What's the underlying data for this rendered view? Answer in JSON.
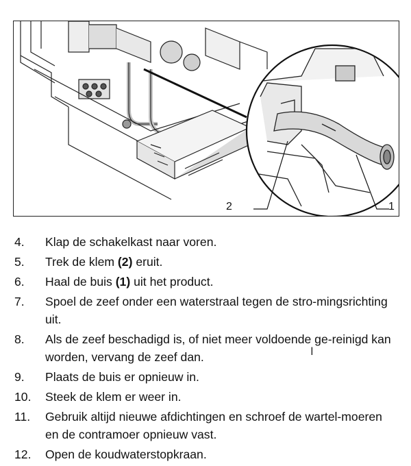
{
  "figure": {
    "callout_2": "2",
    "callout_1": "1"
  },
  "steps": [
    {
      "num": "4.",
      "parts": [
        "Klap de schakelkast naar voren.",
        "",
        ""
      ]
    },
    {
      "num": "5.",
      "parts": [
        "Trek de klem ",
        "(2)",
        " eruit."
      ]
    },
    {
      "num": "6.",
      "parts": [
        "Haal de buis ",
        "(1)",
        " uit het product."
      ]
    },
    {
      "num": "7.",
      "parts": [
        "Spoel de zeef onder een waterstraal tegen de stro-mingsrichting uit.",
        "",
        ""
      ]
    },
    {
      "num": "8.",
      "parts": [
        "Als de zeef beschadigd is, of niet meer voldoende ge-reinigd kan worden, vervang de zeef dan.",
        "",
        ""
      ]
    },
    {
      "num": "9.",
      "parts": [
        "Plaats de buis er opnieuw in.",
        "",
        ""
      ]
    },
    {
      "num": "10.",
      "parts": [
        "Steek de klem er weer in.",
        "",
        ""
      ]
    },
    {
      "num": "11.",
      "parts": [
        "Gebruik altijd nieuwe afdichtingen en schroef de wartel-moeren en de contramoer opnieuw vast.",
        "",
        ""
      ]
    },
    {
      "num": "12.",
      "parts": [
        "Open de koudwaterstopkraan.",
        "",
        ""
      ]
    }
  ]
}
